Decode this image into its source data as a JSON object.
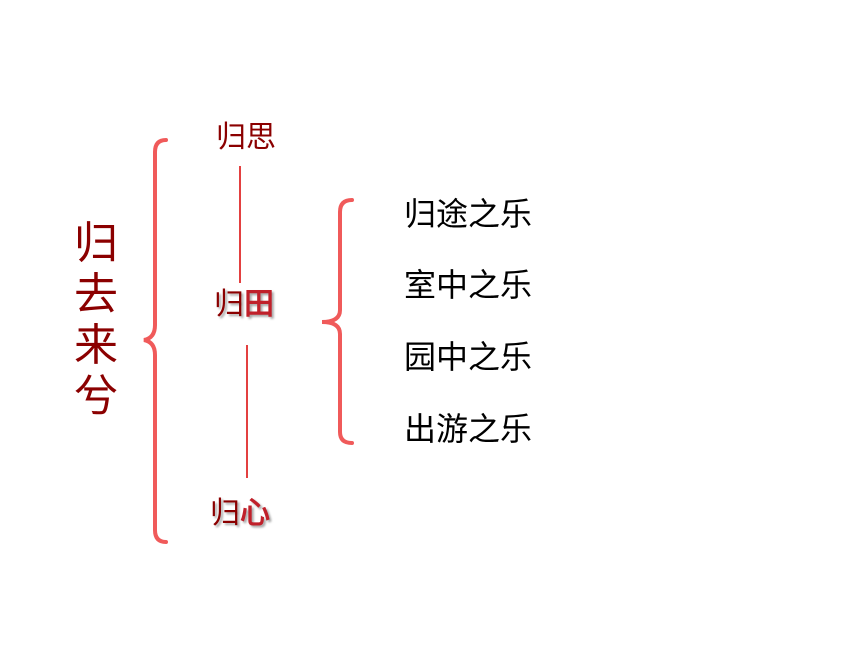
{
  "title_chars": [
    "归",
    "去",
    "来",
    "兮"
  ],
  "stages": [
    {
      "prefix": "归",
      "emph": "思"
    },
    {
      "prefix": "归",
      "emph": "田"
    },
    {
      "prefix": "归",
      "emph": "心"
    }
  ],
  "joys": [
    "归途之乐",
    "室中之乐",
    "园中之乐",
    "出游之乐"
  ],
  "colors": {
    "title": "#8b0000",
    "brace": "#f05a5a",
    "connector": "#e34040",
    "joys": "#000000"
  }
}
